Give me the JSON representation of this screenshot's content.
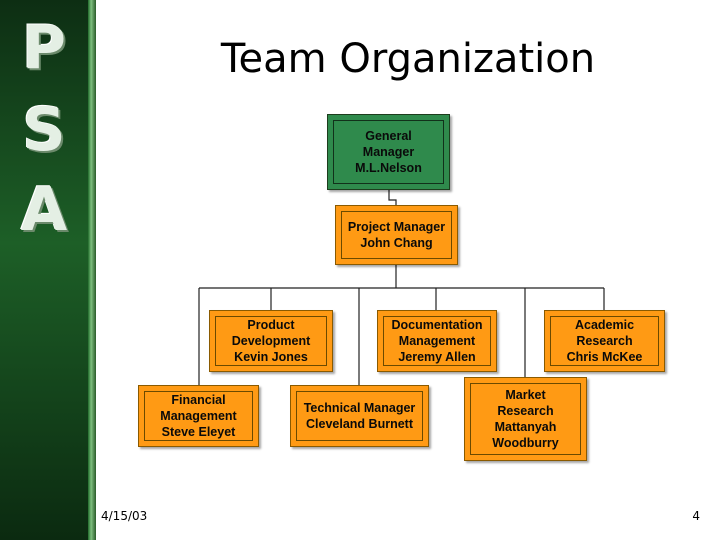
{
  "logo": {
    "letters": [
      "P",
      "S",
      "A"
    ]
  },
  "slide": {
    "title": "Team Organization",
    "date": "4/15/03",
    "page_number": "4"
  },
  "colors": {
    "box_fill": "#ff9a14",
    "top_box_fill": "#2f8a4c",
    "sidebar": "#1d5f27"
  },
  "org": {
    "general_manager": [
      "General",
      "Manager",
      "M.L.Nelson"
    ],
    "project_manager": [
      "Project Manager",
      "John Chang"
    ],
    "product_development": [
      "Product",
      "Development",
      "Kevin Jones"
    ],
    "documentation_management": [
      "Documentation",
      "Management",
      "Jeremy Allen"
    ],
    "academic_research": [
      "Academic",
      "Research",
      "Chris McKee"
    ],
    "financial_management": [
      "Financial",
      "Management",
      "Steve Eleyet"
    ],
    "technical_manager": [
      "Technical Manager",
      "Cleveland Burnett"
    ],
    "market_research": [
      "Market",
      "Research",
      "Mattanyah",
      "Woodburry"
    ]
  }
}
